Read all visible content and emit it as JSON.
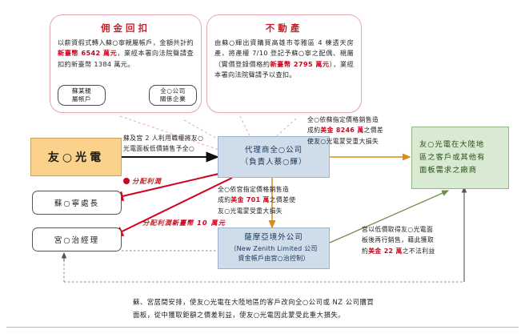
{
  "panels": [
    {
      "id": "kickback",
      "title": "佣金回扣",
      "lines": [
        {
          "t": "以薪資假式轉入蘇○寧親屬帳戶，金"
        },
        {
          "t": "額共計約"
        },
        {
          "t": "新臺幣 6542 萬元",
          "red": true
        },
        {
          "t": "，業經本署"
        },
        {
          "t": "向法院聲請查扣約新臺幣 1384 萬元。"
        }
      ],
      "text": "以薪資假式轉入蘇○寧親屬帳戶，金額共計約新臺幣 6542 萬元，業經本署向法院聲請查扣約新臺幣 1384 萬元。",
      "highlight": "新臺幣 6542 萬元",
      "pill_left": "蘇某親\n屬帳戶",
      "pill_left_l1": "蘇某親",
      "pill_left_l2": "屬帳戶",
      "pill_right_l1": "全○公司",
      "pill_right_l2": "關係企業"
    },
    {
      "id": "realestate",
      "title": "不動產",
      "text": "由蘇○輝出資購買高雄市苓雅區 4 棟透天房產，將產權 7/10 登記予蘇○寧之配偶、親屬（實價登錄價格約新臺幣 2795 萬元），業經本署向法院聲請予以查扣。",
      "highlight": "新臺幣 2795 萬元"
    }
  ],
  "nodes": {
    "youguang": "友○光電",
    "su_office": "蘇○寧處長",
    "gong_mgr": "宮○治經理",
    "agent_l1": "代理商全○公司",
    "agent_l2": "（負責人蔡○輝）",
    "offshore_l1": "薩摩亞境外公司",
    "offshore_l2": "（New Zenith Limited 公司",
    "offshore_l3": "資金帳戶由宮○治控制）",
    "customers_l1": "友○光電在大陸地",
    "customers_l2": "區之客戶或其他有",
    "customers_l3": "面板需求之廠商"
  },
  "annotations": {
    "top_flow_l1": "蘇及宮 2 人利用職權將友○",
    "top_flow_l2": "光電面板低價銷售予全○",
    "profit_share_label": "分配利潤",
    "profit_share_amount_label": "分配利潤",
    "profit_share_amount": "新臺幣 10 萬元",
    "su_price_l1": "全○依蘇指定價格銷售造",
    "su_price_l2a": "成約",
    "su_price_amount": "美金 8246 萬",
    "su_price_l2b": "之價差",
    "su_price_l3": "使友○光電蒙受重大損失",
    "gong_price_l1": "全○依宮指定價格銷售造",
    "gong_price_l2a": "成約",
    "gong_price_amount": "美金 701 萬",
    "gong_price_l2b": "之價差使",
    "gong_price_l3": "友○光電蒙受重大損失",
    "nz_profit_l1": "宮以低價取得友○光電面",
    "nz_profit_l2": "板後再行銷售，藉此獲取",
    "nz_profit_l3a": "約",
    "nz_profit_amount": "美金 22 萬",
    "nz_profit_l3b": "之不法利益"
  },
  "bottom": {
    "line1": "蘇、宮居間安排，使友○光電在大陸地區的客戶改向全○公司或 NZ 公司購買",
    "line2": "面板，從中獲取鉅額之價差利益，使友○光電因此蒙受此重大損失。"
  },
  "colors": {
    "accent_red": "#c0272d",
    "amount_red": "#d0021b",
    "panel_border": "#e7a9ae",
    "yellow": "#fbd28b",
    "blue": "#cfdcea",
    "green": "#d9ead3"
  }
}
